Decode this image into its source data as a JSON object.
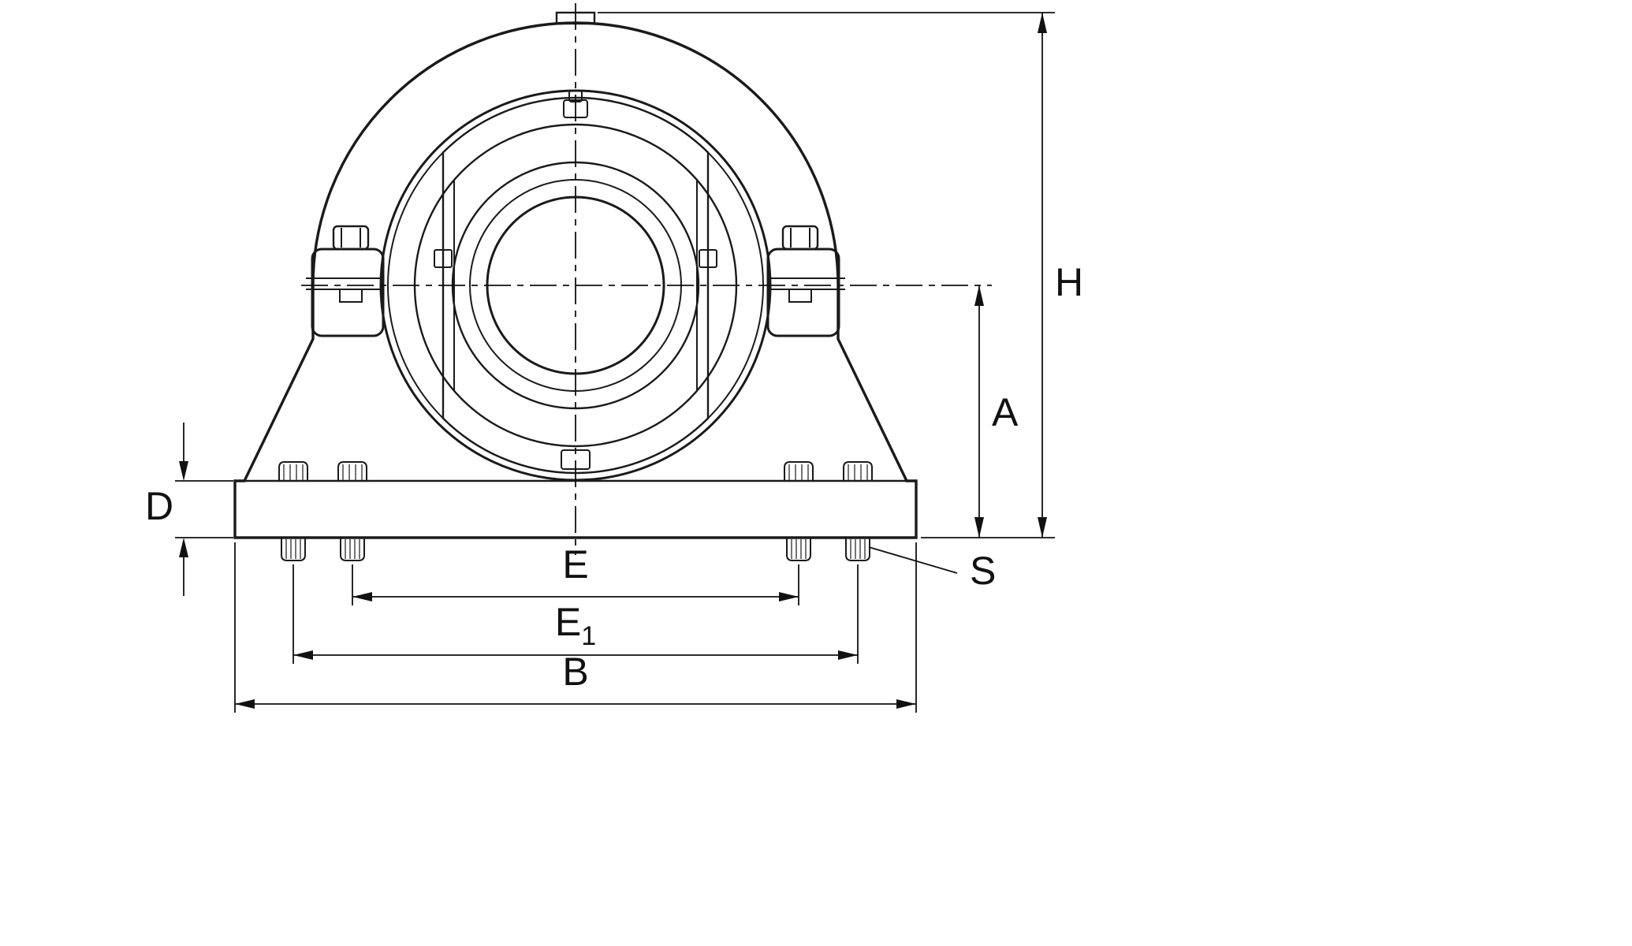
{
  "labels": {
    "h": "H",
    "a": "A",
    "d": "D",
    "e": "E",
    "e1": "E",
    "e1_sub": "1",
    "b": "B",
    "s": "S"
  },
  "colors": {
    "housing": "#cde9e8",
    "bore_ring": "#d5eded",
    "bore_ring2": "#dcf0f0",
    "barrel": "#e2f3f3",
    "inner_ring": "#e9f6f6",
    "inner_ring2": "#f3fafa",
    "detail": "#e2f1f1",
    "stud": "#f1f1f1",
    "outline": "#1a1a1a",
    "background": "#ffffff"
  }
}
